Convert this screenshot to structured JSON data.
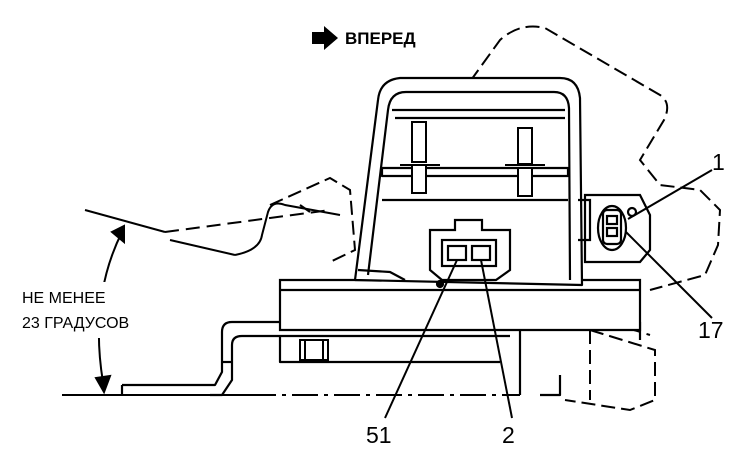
{
  "diagram": {
    "direction_label": "ВПЕРЕД",
    "angle_label_line1": "НЕ МЕНЕЕ",
    "angle_label_line2": "23  ГРАДУСОВ",
    "callouts": [
      "1",
      "17",
      "51",
      "2"
    ],
    "colors": {
      "ink": "#000000",
      "background": "#ffffff"
    },
    "icons": {
      "direction": "arrow-right-icon"
    }
  }
}
